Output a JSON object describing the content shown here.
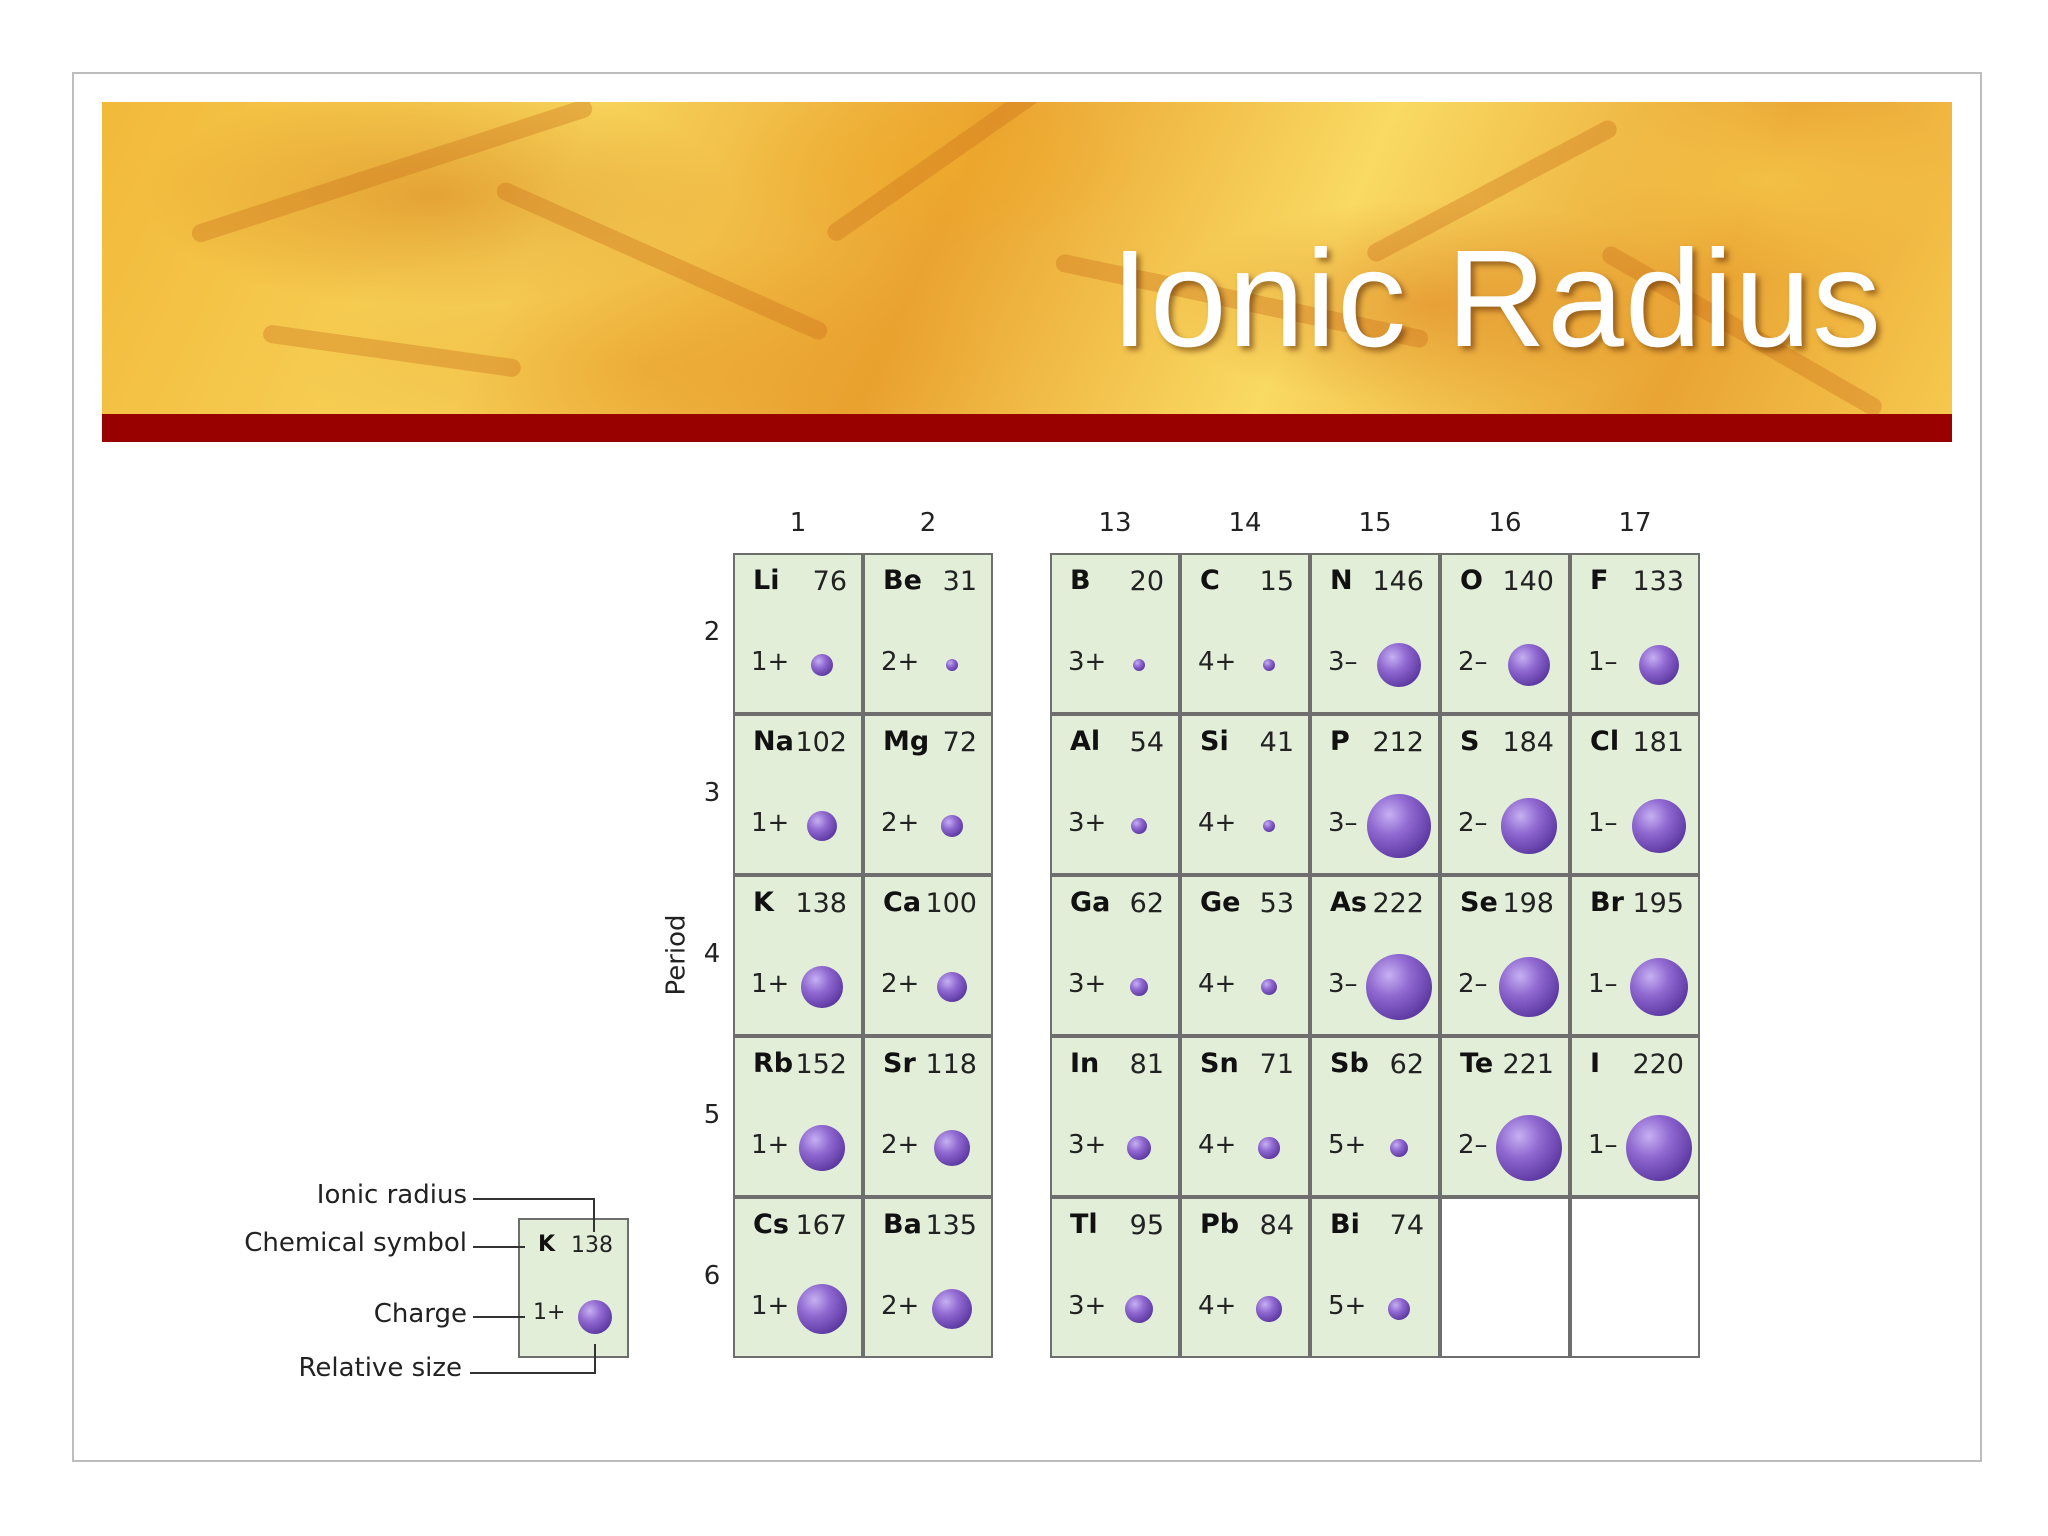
{
  "slide": {
    "title": "Ionic Radius"
  },
  "table": {
    "groups": [
      "1",
      "2",
      "13",
      "14",
      "15",
      "16",
      "17"
    ],
    "periods": [
      "2",
      "3",
      "4",
      "5",
      "6"
    ],
    "period_axis_label": "Period",
    "cells": [
      {
        "symbol": "Li",
        "radius": "76",
        "charge": "1+"
      },
      {
        "symbol": "Be",
        "radius": "31",
        "charge": "2+"
      },
      {
        "symbol": "B",
        "radius": "20",
        "charge": "3+"
      },
      {
        "symbol": "C",
        "radius": "15",
        "charge": "4+"
      },
      {
        "symbol": "N",
        "radius": "146",
        "charge": "3–"
      },
      {
        "symbol": "O",
        "radius": "140",
        "charge": "2–"
      },
      {
        "symbol": "F",
        "radius": "133",
        "charge": "1–"
      },
      {
        "symbol": "Na",
        "radius": "102",
        "charge": "1+"
      },
      {
        "symbol": "Mg",
        "radius": "72",
        "charge": "2+"
      },
      {
        "symbol": "Al",
        "radius": "54",
        "charge": "3+"
      },
      {
        "symbol": "Si",
        "radius": "41",
        "charge": "4+"
      },
      {
        "symbol": "P",
        "radius": "212",
        "charge": "3–"
      },
      {
        "symbol": "S",
        "radius": "184",
        "charge": "2–"
      },
      {
        "symbol": "Cl",
        "radius": "181",
        "charge": "1–"
      },
      {
        "symbol": "K",
        "radius": "138",
        "charge": "1+"
      },
      {
        "symbol": "Ca",
        "radius": "100",
        "charge": "2+"
      },
      {
        "symbol": "Ga",
        "radius": "62",
        "charge": "3+"
      },
      {
        "symbol": "Ge",
        "radius": "53",
        "charge": "4+"
      },
      {
        "symbol": "As",
        "radius": "222",
        "charge": "3–"
      },
      {
        "symbol": "Se",
        "radius": "198",
        "charge": "2–"
      },
      {
        "symbol": "Br",
        "radius": "195",
        "charge": "1–"
      },
      {
        "symbol": "Rb",
        "radius": "152",
        "charge": "1+"
      },
      {
        "symbol": "Sr",
        "radius": "118",
        "charge": "2+"
      },
      {
        "symbol": "In",
        "radius": "81",
        "charge": "3+"
      },
      {
        "symbol": "Sn",
        "radius": "71",
        "charge": "4+"
      },
      {
        "symbol": "Sb",
        "radius": "62",
        "charge": "5+"
      },
      {
        "symbol": "Te",
        "radius": "221",
        "charge": "2–"
      },
      {
        "symbol": "I",
        "radius": "220",
        "charge": "1–"
      },
      {
        "symbol": "Cs",
        "radius": "167",
        "charge": "1+"
      },
      {
        "symbol": "Ba",
        "radius": "135",
        "charge": "2+"
      },
      {
        "symbol": "Tl",
        "radius": "95",
        "charge": "3+"
      },
      {
        "symbol": "Pb",
        "radius": "84",
        "charge": "4+"
      },
      {
        "symbol": "Bi",
        "radius": "74",
        "charge": "5+"
      },
      null,
      null
    ]
  },
  "key": {
    "label_radius": "Ionic radius",
    "label_symbol": "Chemical symbol",
    "label_charge": "Charge",
    "label_size": "Relative size",
    "example_symbol": "K",
    "example_radius": "138",
    "example_charge": "1+"
  },
  "colors": {
    "banner_accent": "#990000",
    "cell_fill": "#e3eed9",
    "ion_sphere": "#7b55c0"
  }
}
